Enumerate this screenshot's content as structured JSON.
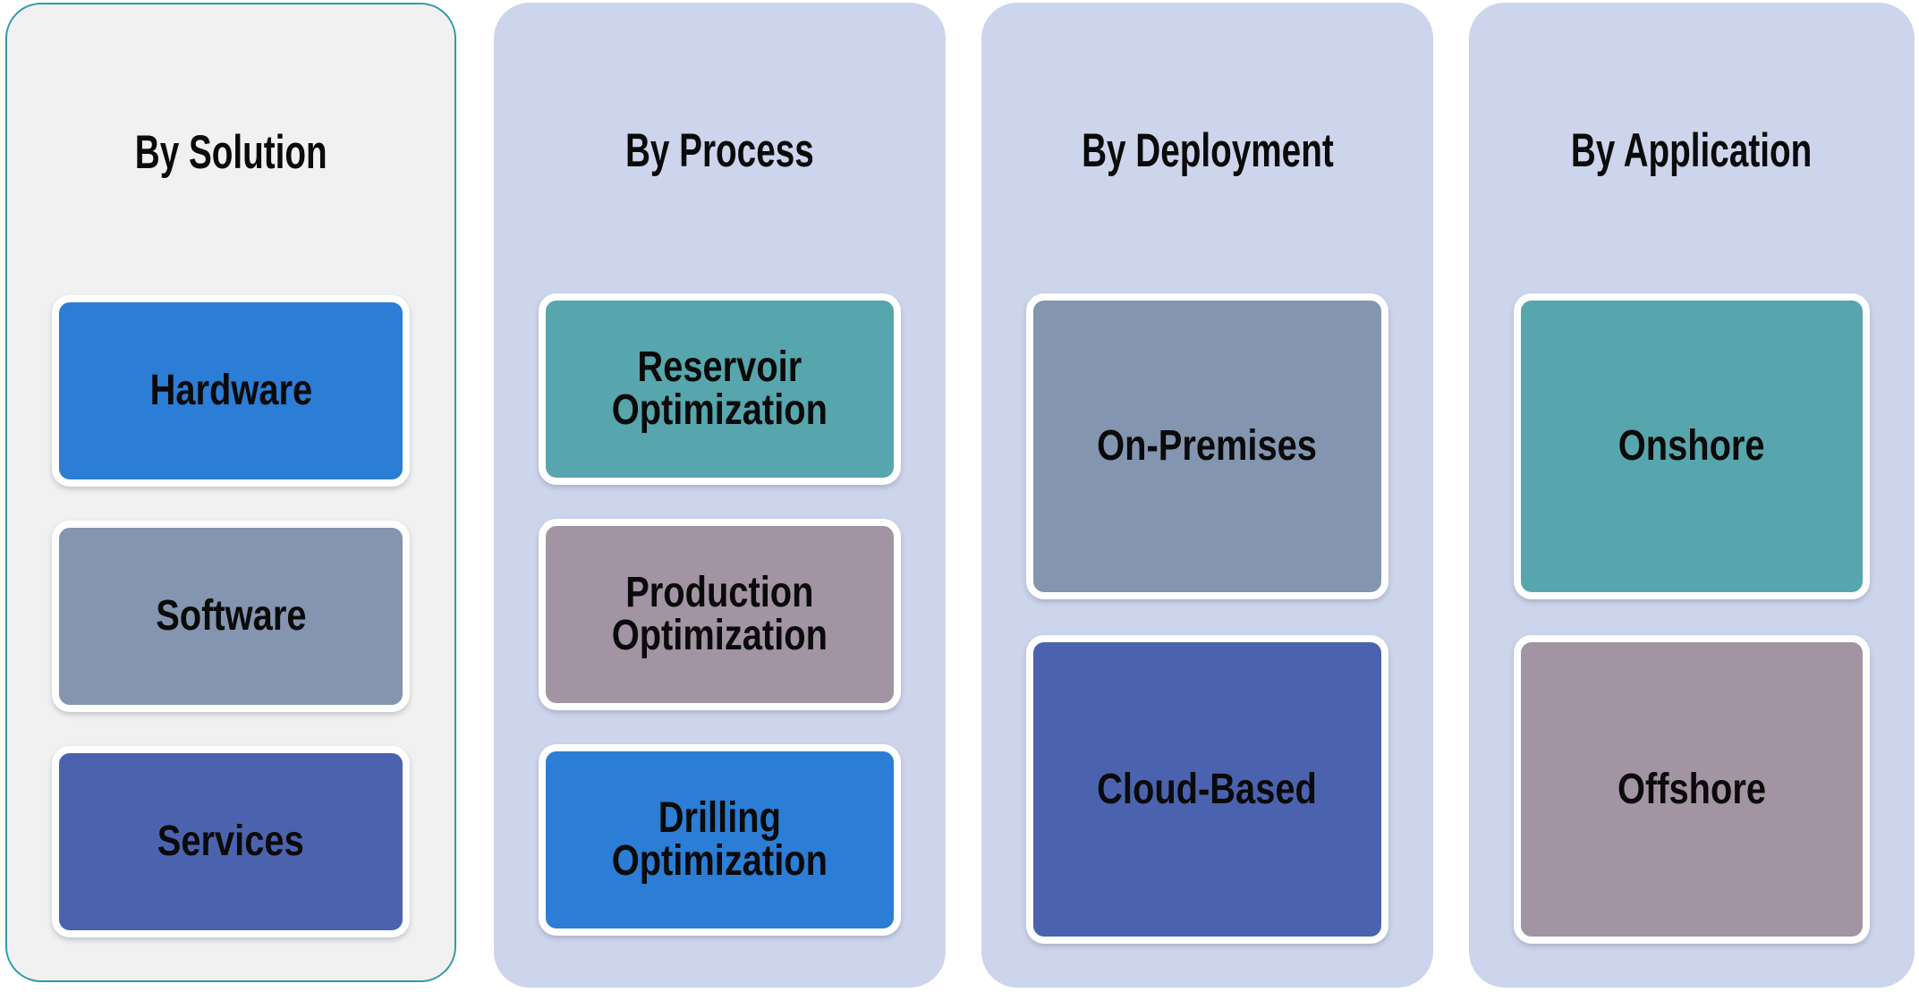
{
  "diagram": {
    "columns": [
      {
        "header": "By Solution",
        "bg": "#f1f1f1",
        "border_color": "#2e9ca7",
        "items": [
          {
            "label": "Hardware",
            "bg": "#2b7dd5"
          },
          {
            "label": "Software",
            "bg": "#8395af"
          },
          {
            "label": "Services",
            "bg": "#4b63ae"
          }
        ]
      },
      {
        "header": "By Process",
        "bg": "#cdd5ec",
        "items": [
          {
            "label": "Reservoir\nOptimization",
            "bg": "#57a5ad"
          },
          {
            "label": "Production\nOptimization",
            "bg": "#a294a3"
          },
          {
            "label": "Drilling\nOptimization",
            "bg": "#2b7dd5"
          }
        ]
      },
      {
        "header": "By Deployment",
        "bg": "#cdd5ec",
        "items": [
          {
            "label": "On-Premises",
            "bg": "#8395af"
          },
          {
            "label": "Cloud-Based",
            "bg": "#4b63ae"
          }
        ]
      },
      {
        "header": "By Application",
        "bg": "#cdd5ec",
        "items": [
          {
            "label": "Onshore",
            "bg": "#57a5ad"
          },
          {
            "label": "Offshore",
            "bg": "#a294a3"
          }
        ]
      }
    ]
  }
}
